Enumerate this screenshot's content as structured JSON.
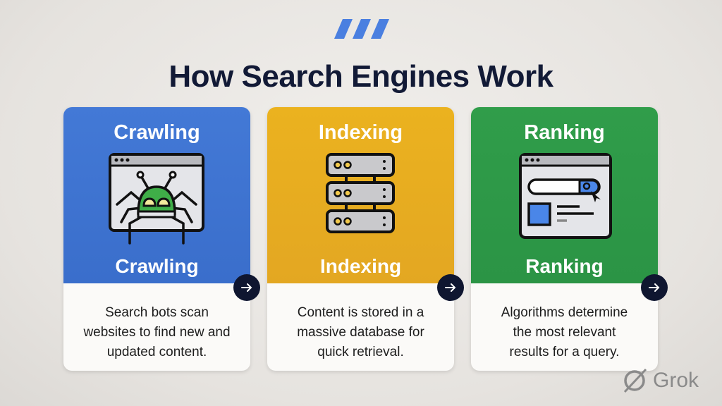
{
  "title": "How Search Engines Work",
  "accent_color": "#4a7fe0",
  "cards": [
    {
      "heading": "Crawling",
      "label": "Crawling",
      "description_lines": [
        "Search bots scan",
        "websites to find new and",
        "updated content."
      ],
      "color": "#3f74d3",
      "icon": "spider-bot-browser-icon"
    },
    {
      "heading": "Indexing",
      "label": "Indexing",
      "description_lines": [
        "Content is stored in a",
        "massive database for",
        "quick retrieval."
      ],
      "color": "#e7ac22",
      "icon": "server-stack-icon"
    },
    {
      "heading": "Ranking",
      "label": "Ranking",
      "description_lines": [
        "Algorithms determine",
        "the most relevant",
        "results for a query."
      ],
      "color": "#2f9a48",
      "icon": "search-results-browser-icon"
    }
  ],
  "watermark": "Grok"
}
